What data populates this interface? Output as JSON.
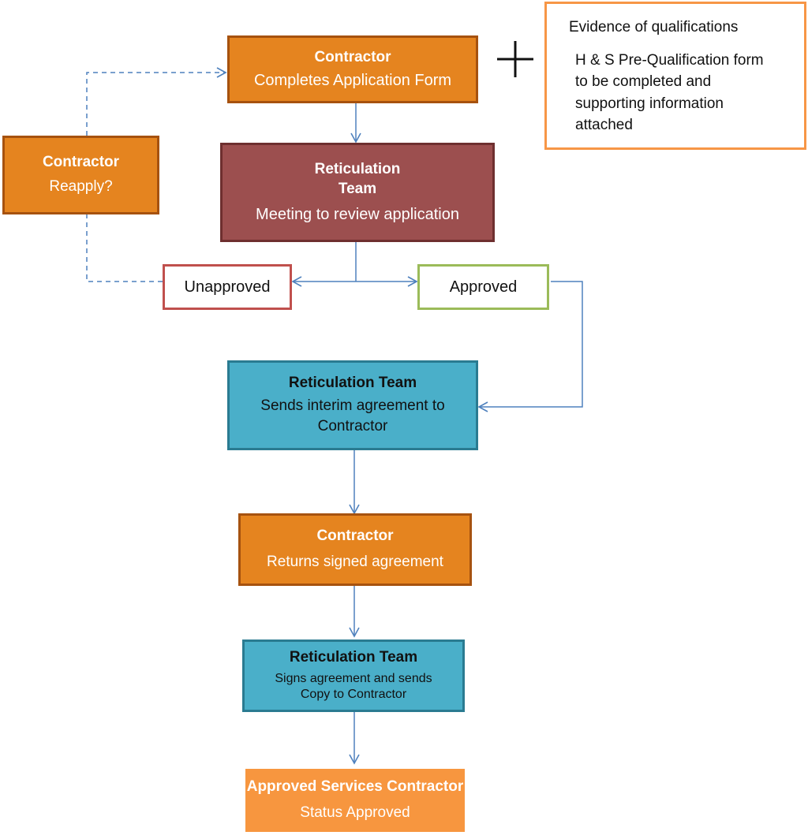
{
  "nodes": {
    "contractor_apply": {
      "title": "Contractor",
      "text": "Completes Application Form"
    },
    "evidence": {
      "heading": "Evidence of qualifications",
      "lines": [
        "H & S Pre-Qualification form",
        "to be completed and",
        "supporting information",
        "attached"
      ]
    },
    "plus_symbol": "+",
    "contractor_reapply": {
      "title": "Contractor",
      "text": "Reapply?"
    },
    "review": {
      "title_line1": "Reticulation",
      "title_line2": "Team",
      "text": "Meeting to review application"
    },
    "unapproved": {
      "text": "Unapproved"
    },
    "approved": {
      "text": "Approved"
    },
    "interim": {
      "title": "Reticulation Team",
      "line1": "Sends interim agreement to",
      "line2": "Contractor"
    },
    "signed": {
      "title": "Contractor",
      "text": "Returns signed agreement"
    },
    "sign_send": {
      "title": "Reticulation Team",
      "line1": "Signs agreement and sends",
      "line2": "Copy to  Contractor"
    },
    "final": {
      "title": "Approved  Services Contractor",
      "text": "Status Approved"
    }
  },
  "colors": {
    "arrow": "#4f81bd",
    "contractor": "#e5841f",
    "review": "#9c4f4f",
    "team": "#4aafc9",
    "unapproved_border": "#c0504d",
    "approved_border": "#9bbb59",
    "evidence_border": "#f79646"
  }
}
